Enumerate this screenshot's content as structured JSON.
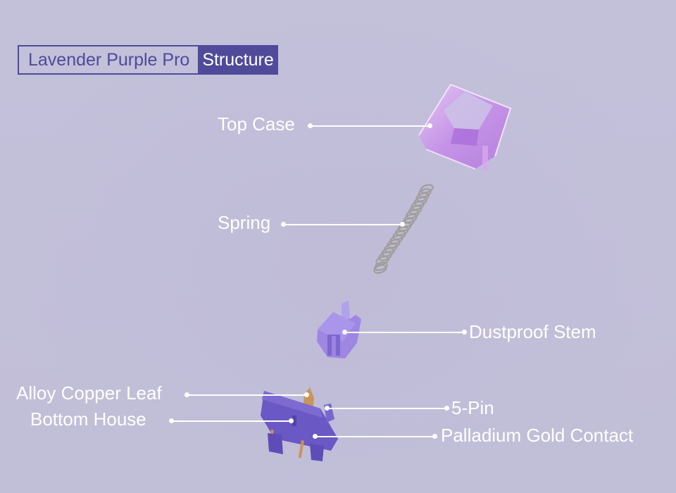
{
  "header": {
    "product_name": "Lavender Purple Pro",
    "section": "Structure",
    "accent_color": "#4f4a9a"
  },
  "background_color": "#c3c0da",
  "callouts": [
    {
      "label": "Top Case"
    },
    {
      "label": "Spring"
    },
    {
      "label": "Dustproof Stem"
    },
    {
      "label": "Alloy Copper Leaf"
    },
    {
      "label": "Bottom House"
    },
    {
      "label": "5-Pin"
    },
    {
      "label": "Palladium Gold Contact"
    }
  ]
}
